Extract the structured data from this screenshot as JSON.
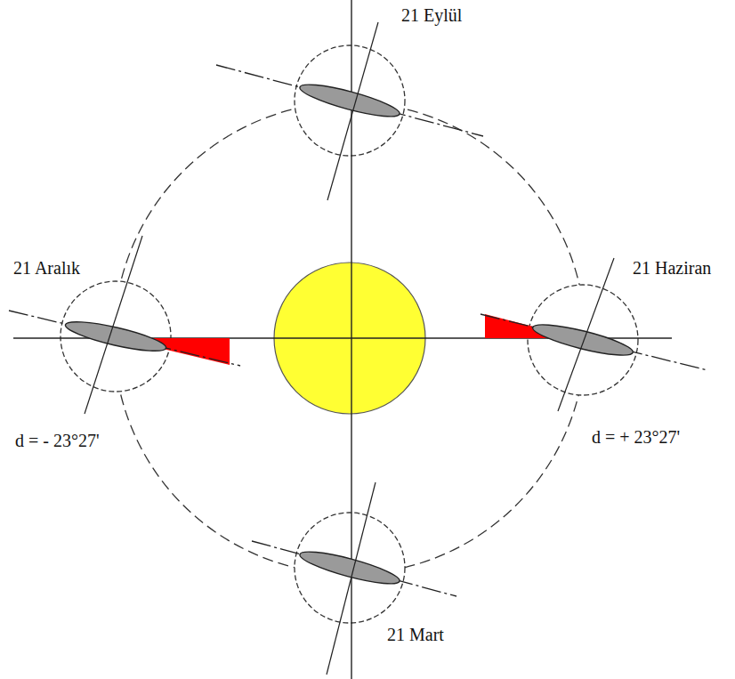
{
  "diagram": {
    "labels": [
      "21 Eylül",
      "21 Aralık",
      "21 Haziran",
      "21 Mart",
      "d = - 23°27'",
      "d = + 23°27'"
    ]
  }
}
